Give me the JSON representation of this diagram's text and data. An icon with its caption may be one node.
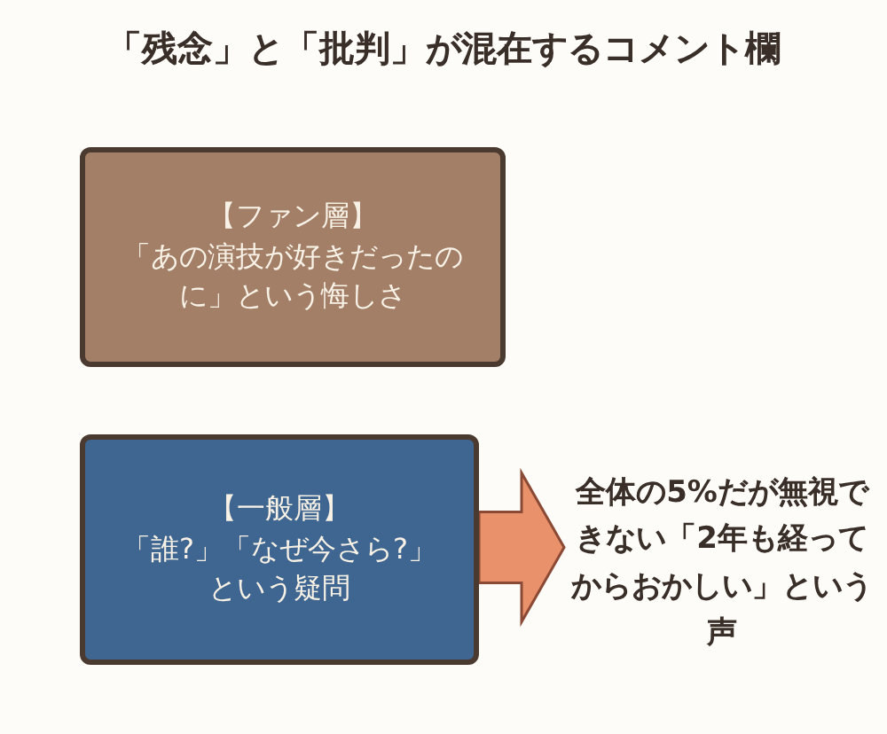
{
  "diagram": {
    "title": "「残念」と「批判」が混在するコメント欄",
    "nodes": [
      {
        "text": [
          "【ファン層】",
          "「あの演技が好きだったのに」という悔しさ"
        ]
      },
      {
        "text": [
          "【一般層】",
          "「誰?」「なぜ今さら?」という疑問"
        ]
      },
      {
        "text": [
          "全体の5%だが無視できない「2年も経ってからおかしい」という声"
        ]
      }
    ],
    "edges": [
      {
        "from": 1,
        "to": 2,
        "arrow": "to",
        "style": "thick",
        "color": "#e8916a"
      }
    ]
  }
}
